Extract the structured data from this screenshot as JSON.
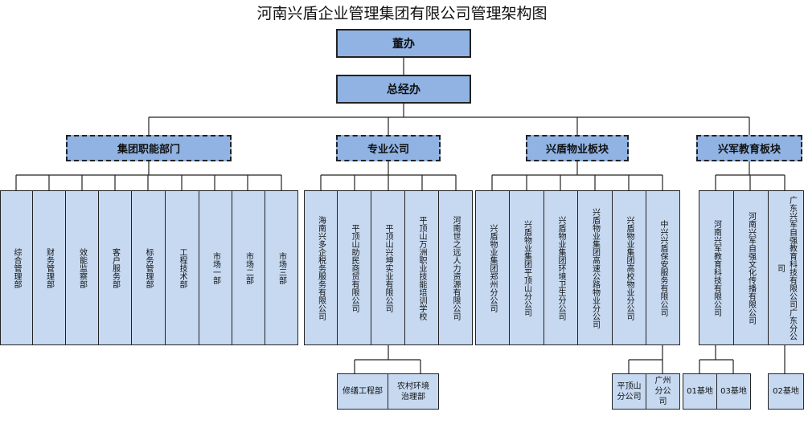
{
  "title": "河南兴盾企业管理集团有限公司管理架构图",
  "top": {
    "board": "董办",
    "gm": "总经办"
  },
  "categories": [
    "集团职能部门",
    "专业公司",
    "兴盾物业板块",
    "兴军教育板块"
  ],
  "functional_departments": [
    "综合管理部",
    "财务管理部",
    "效能监察部",
    "客户服务部",
    "标务管理部",
    "工程技术部",
    "市场一部",
    "市场二部",
    "市场三部"
  ],
  "professional_companies": [
    "海南兴多企税务服务有限公司",
    "平顶山助民商贸有限公司",
    "平顶山兴坤实业有限公司",
    "平顶山万洲职业技能培训学校",
    "河南世之远人力资源有限公司"
  ],
  "property_companies": [
    "兴盾物业集团郑州分公司",
    "兴盾物业集团平顶山分公司",
    "兴盾物业集团环境卫生分公司",
    "兴盾物业集团高速公路物业分公司",
    "兴盾物业集团高校物业分公司",
    "中兴兴盾保安服务有限公司"
  ],
  "education_companies": [
    "河南兴军教育科技有限公司",
    "河南兴军自强文化传播有限公司",
    "广东兴军自强教育科技有限公司广东分公司"
  ],
  "sub_units": {
    "xingkun": [
      "修缮工程部",
      "农村环境治理部"
    ],
    "security": [
      "平顶山分公司",
      "广州分公司"
    ],
    "education_1": [
      "01基地",
      "03基地"
    ],
    "education_3": [
      "02基地"
    ]
  }
}
